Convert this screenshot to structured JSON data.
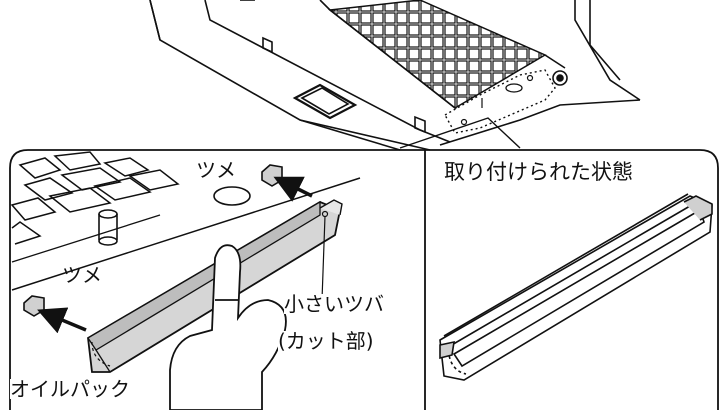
{
  "labels": {
    "tsume_top": "ツメ",
    "tsume_left": "ツメ",
    "small_tsuba": "小さいツバ",
    "cut_part": "(カット部)",
    "oil_pack": "オイルパック",
    "installed_state": "取り付けられた状態"
  },
  "colors": {
    "line": "#111111",
    "pack_fill": "#d9d9d9",
    "background": "#ffffff"
  },
  "icons": [
    "arrow-icon",
    "hand-icon",
    "screw-icon",
    "hook-icon"
  ]
}
